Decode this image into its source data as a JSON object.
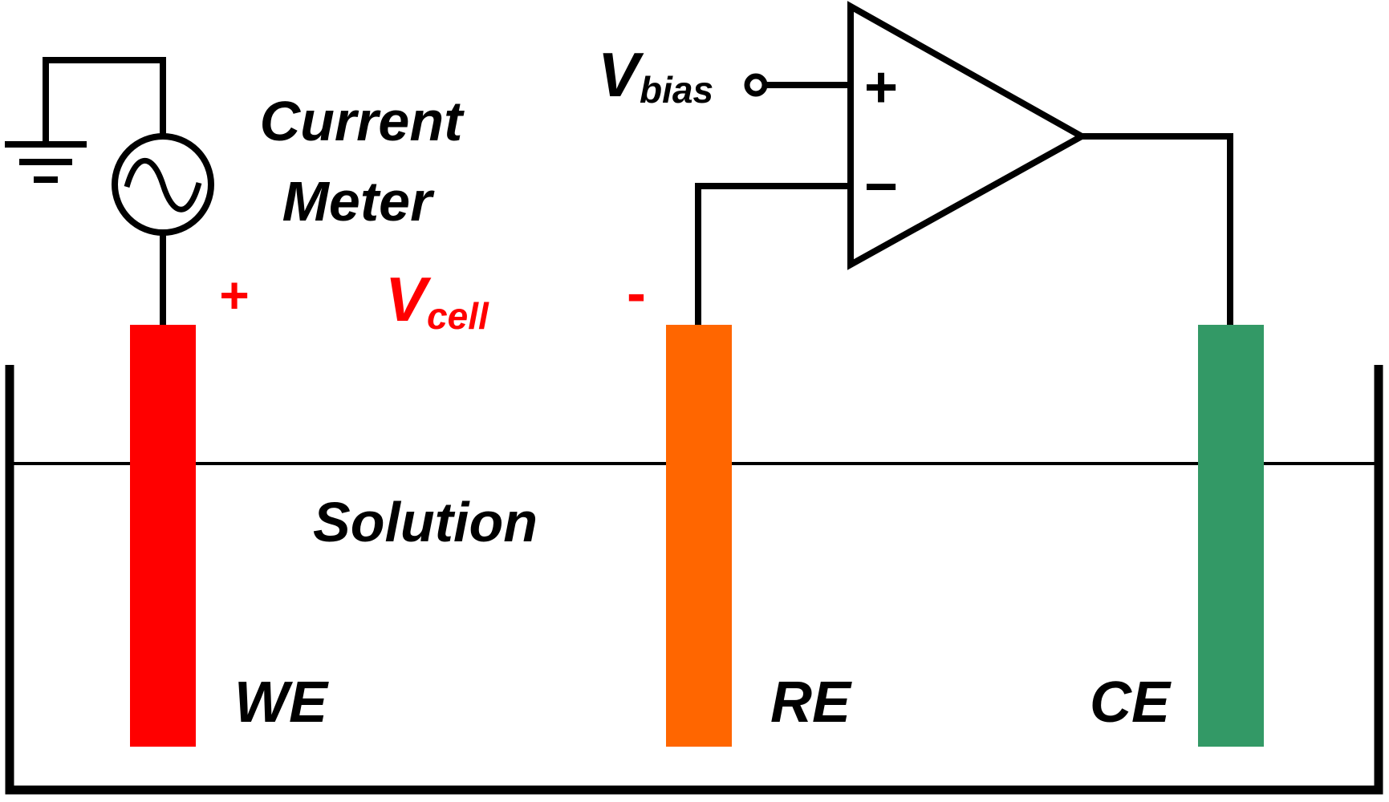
{
  "labels": {
    "current_meter_line1": "Current",
    "current_meter_line2": "Meter",
    "v_bias_main": "V",
    "v_bias_sub": "bias",
    "v_cell_main": "V",
    "v_cell_sub": "cell",
    "v_cell_plus": "+",
    "v_cell_minus": "-",
    "opamp_plus": "+",
    "opamp_minus": "−",
    "solution": "Solution",
    "we": "WE",
    "re": "RE",
    "ce": "CE"
  },
  "colors": {
    "wire": "#000000",
    "we_electrode": "#ff0000",
    "re_electrode": "#ff6600",
    "ce_electrode": "#339966",
    "v_cell_text": "#ff0000"
  },
  "icons": {
    "ground": "ground-symbol-icon",
    "current_meter": "ac-source-icon",
    "opamp": "opamp-triangle-icon",
    "bias_terminal": "terminal-node-icon"
  }
}
